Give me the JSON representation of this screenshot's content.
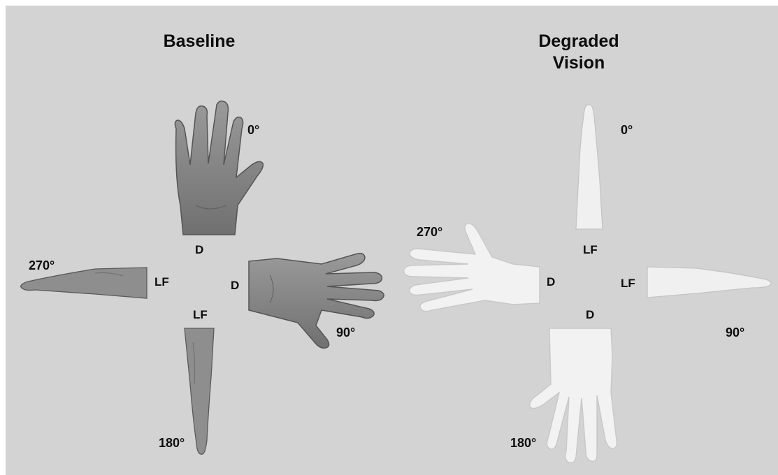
{
  "colors": {
    "background": "#d3d3d3",
    "baseline_skin": "#8a8a8a",
    "degraded_skin": "#f2f2f2",
    "label_text": "#0d0d0d"
  },
  "panels": [
    {
      "title": "Baseline",
      "angles": {
        "a0": "0°",
        "a90": "90°",
        "a180": "180°",
        "a270": "270°"
      },
      "views": {
        "top": "D",
        "left": "LF",
        "right": "D",
        "bottom": "LF"
      }
    },
    {
      "title": "Degraded\nVision",
      "angles": {
        "a0": "0°",
        "a90": "90°",
        "a180": "180°",
        "a270": "270°"
      },
      "views": {
        "top": "LF",
        "left": "D",
        "right": "LF",
        "bottom": "D"
      }
    }
  ],
  "icons": {
    "dorsal_hand": "hand-dorsal-view-icon",
    "lateral_hand": "hand-lateral-view-icon"
  }
}
